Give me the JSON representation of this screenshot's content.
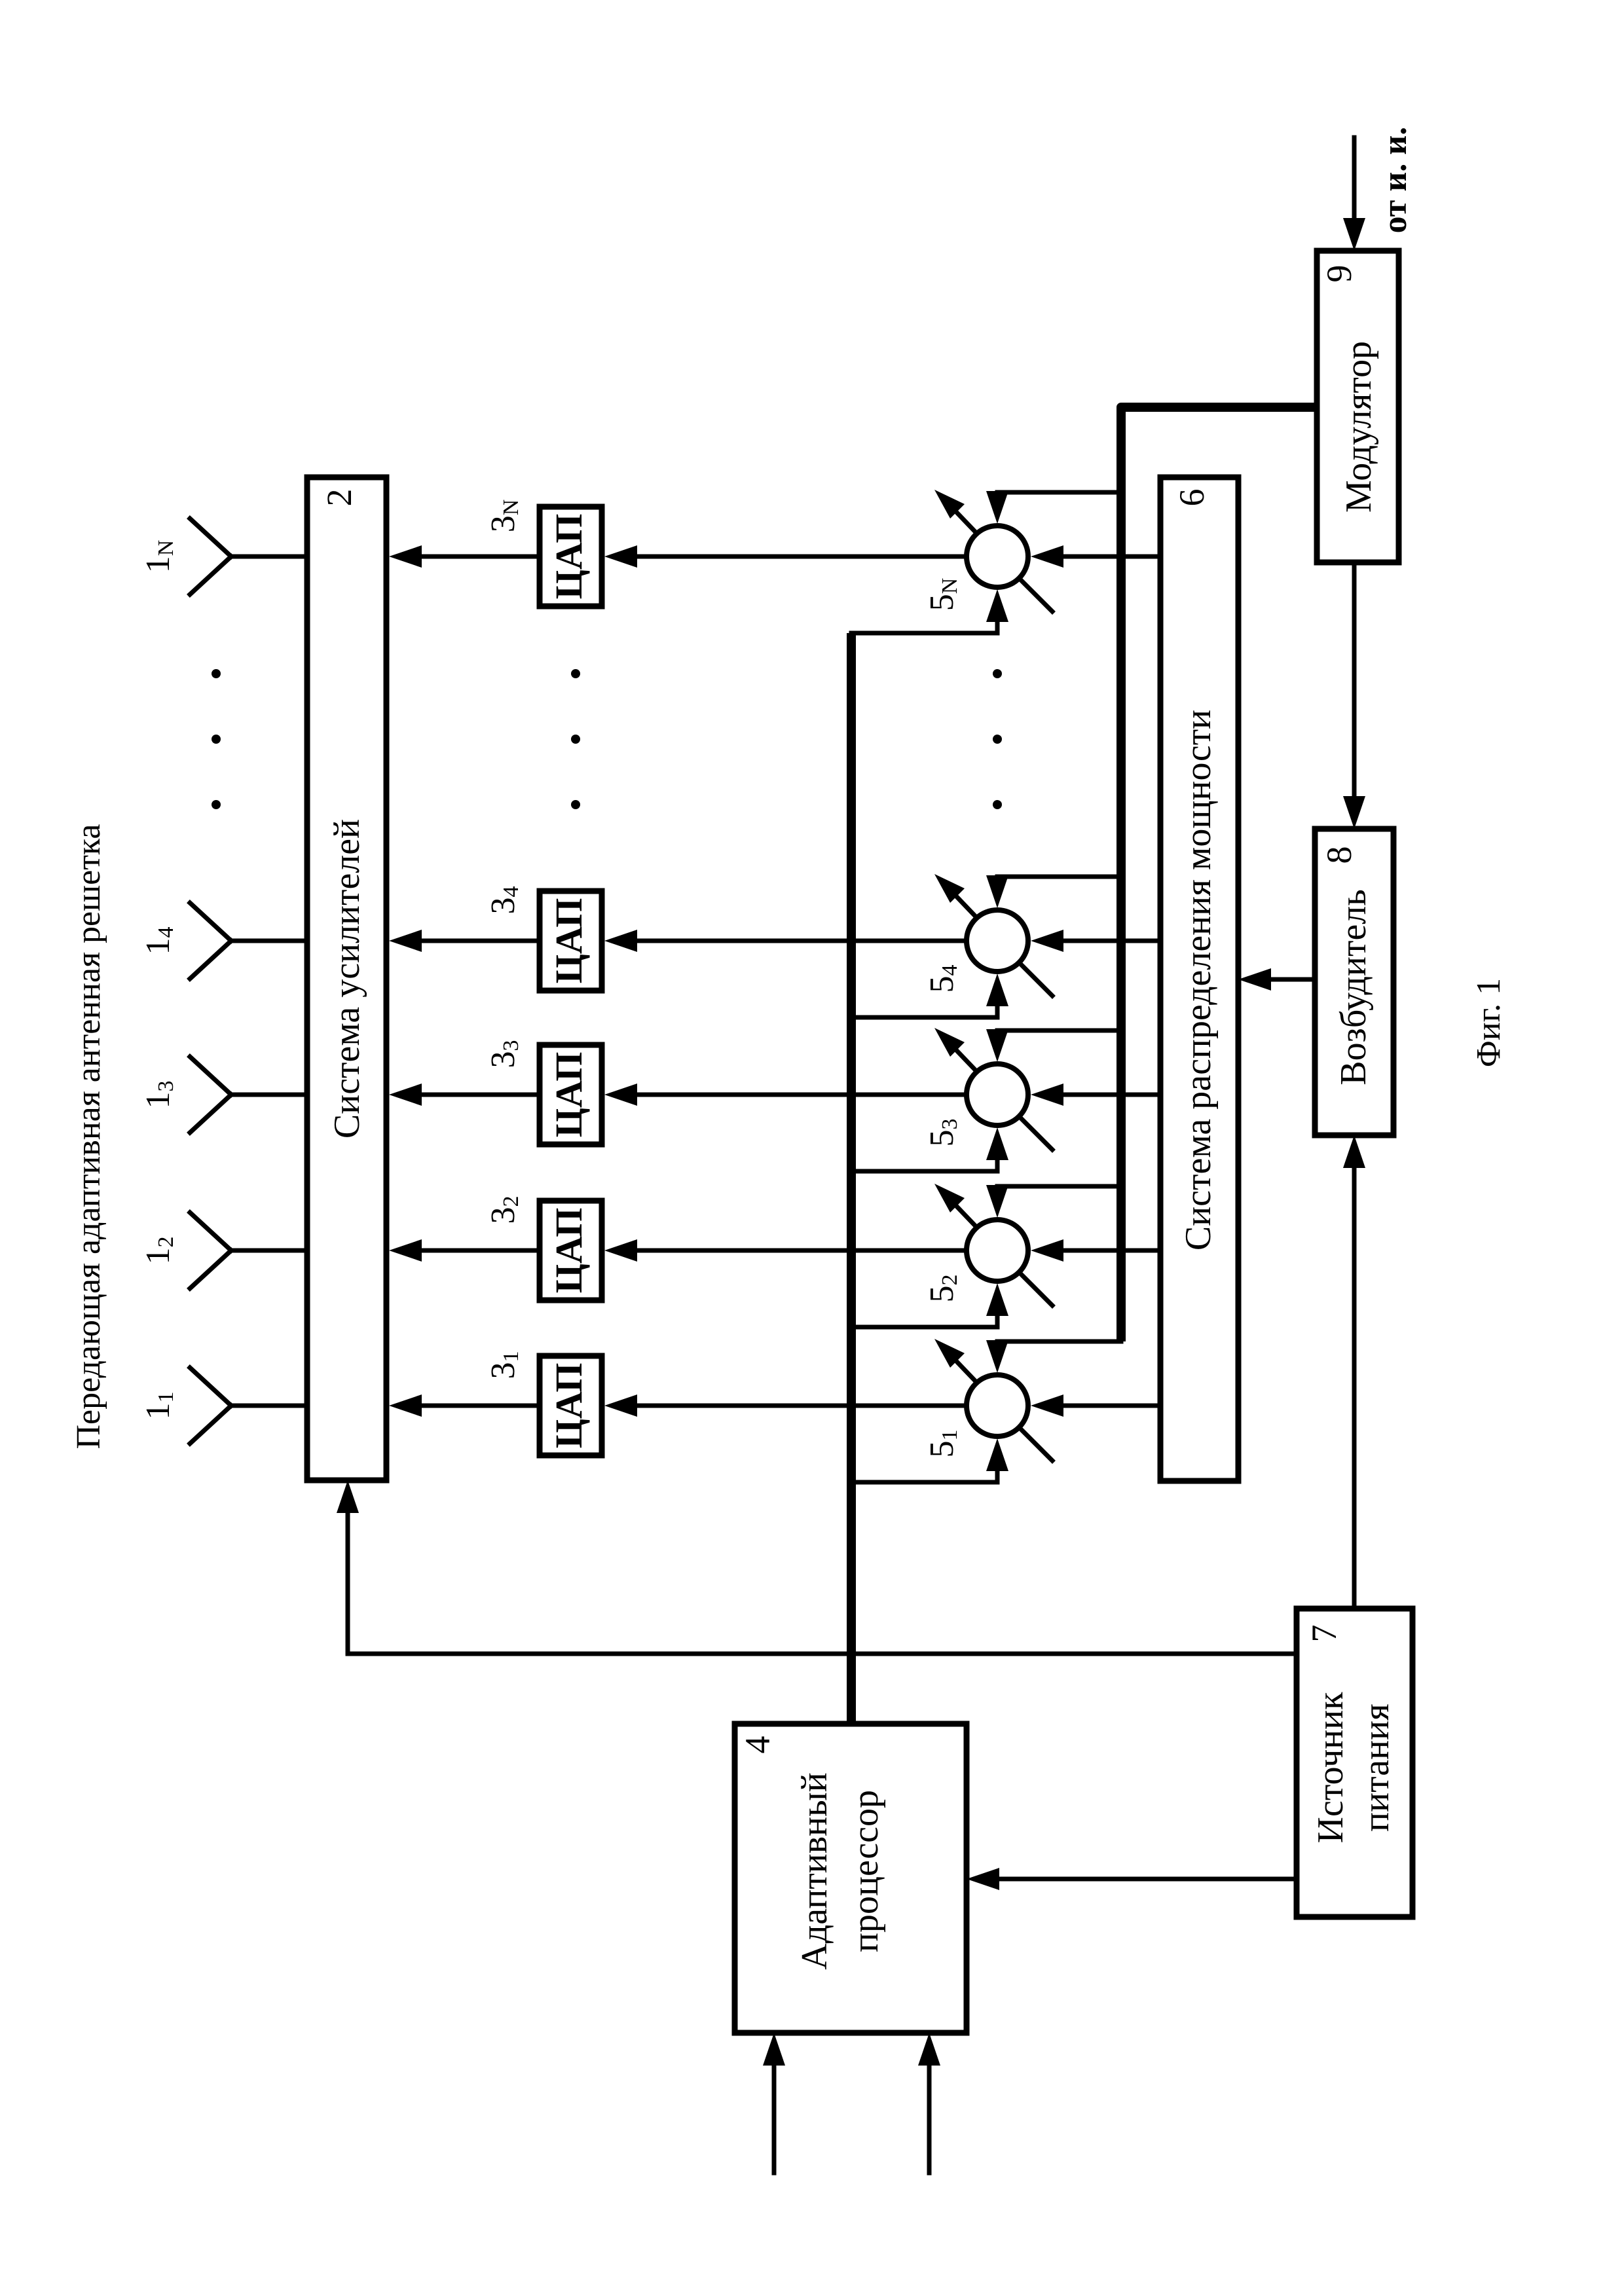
{
  "title": "Передающая адаптивная антенная решетка",
  "figure_caption": "Фиг. 1",
  "external_input_label": "от и. и.",
  "rows": [
    {
      "index": "N",
      "antenna_label": "1",
      "dac_label": "3",
      "weight_label": "5"
    },
    {
      "index": "4",
      "antenna_label": "1",
      "dac_label": "3",
      "weight_label": "5"
    },
    {
      "index": "3",
      "antenna_label": "1",
      "dac_label": "3",
      "weight_label": "5"
    },
    {
      "index": "2",
      "antenna_label": "1",
      "dac_label": "3",
      "weight_label": "5"
    },
    {
      "index": "1",
      "antenna_label": "1",
      "dac_label": "3",
      "weight_label": "5"
    }
  ],
  "dac_text": "ЦАП",
  "blocks": {
    "amplifiers": {
      "number": "2",
      "label": "Система усилителей"
    },
    "processor": {
      "number": "4",
      "label_line1": "Адаптивный",
      "label_line2": "процессор"
    },
    "power_distribution": {
      "number": "6",
      "label": "Система распределения мощности"
    },
    "power_supply": {
      "number": "7",
      "label_line1": "Источник",
      "label_line2": "питания"
    },
    "exciter": {
      "number": "8",
      "label": "Возбудитель"
    },
    "modulator": {
      "number": "9",
      "label": "Модулятор"
    }
  },
  "ellipsis": "· · ·"
}
